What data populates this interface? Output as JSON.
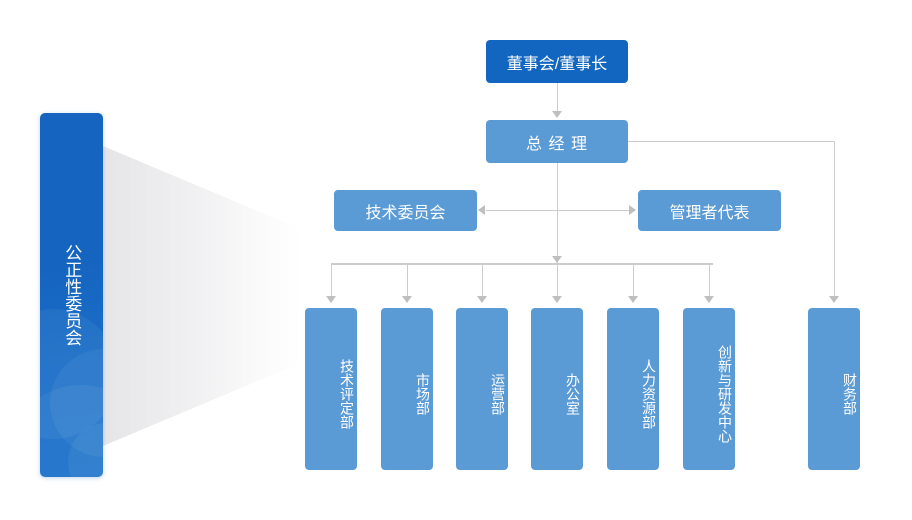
{
  "banner": {
    "label": "公正性委员会",
    "color": "#1565c0"
  },
  "colors": {
    "dark_blue": "#1266c0",
    "light_blue": "#5b9bd5",
    "connector_gray": "#cccccc",
    "background": "#ffffff"
  },
  "nodes": {
    "board": {
      "label": "董事会/董事长",
      "level": "top"
    },
    "general_manager": {
      "label": "总 经 理",
      "level": "second"
    },
    "technical_committee": {
      "label": "技术委员会",
      "level": "staff-left"
    },
    "management_representative": {
      "label": "管理者代表",
      "level": "staff-right"
    }
  },
  "departments": [
    {
      "label": "技术评定部"
    },
    {
      "label": "市场部"
    },
    {
      "label": "运营部"
    },
    {
      "label": "办公室"
    },
    {
      "label": "人力资源部"
    },
    {
      "label": "创新与研发中心"
    },
    {
      "label": "财务部"
    }
  ]
}
